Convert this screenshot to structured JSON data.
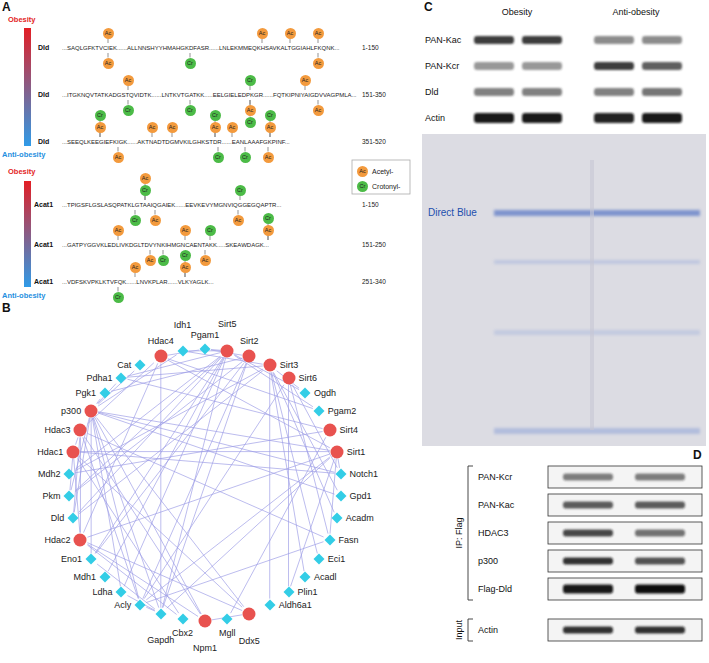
{
  "diagram": {
    "nodes": [
      {
        "text": [
          "Ac"
        ]
      },
      {
        "text": [
          "Ac"
        ]
      },
      {
        "text": [
          "Cr"
        ]
      },
      {
        "text": [
          "Ac"
        ]
      },
      {
        "text": [
          "Ac"
        ]
      },
      {
        "text": [
          "Ac"
        ]
      },
      {
        "text": [
          "Ac"
        ]
      },
      {
        "text": [
          "Ac"
        ]
      },
      {
        "text": [
          "Cr"
        ]
      },
      {
        "text": [
          "Cr"
        ]
      },
      {
        "text": [
          "Cr"
        ]
      },
      {
        "text": [
          "Ac"
        ]
      },
      {
        "text": [
          "Cr"
        ]
      },
      {
        "text": [
          "Ac"
        ]
      },
      {
        "text": [
          "Ac"
        ]
      },
      {
        "text": [
          "Cr"
        ]
      },
      {
        "text": [
          "Ac"
        ]
      },
      {
        "text": [
          "Ac"
        ]
      },
      {
        "text": [
          "Ac"
        ]
      },
      {
        "text": [
          "Cr"
        ]
      },
      {
        "text": [
          "Ac"
        ]
      },
      {
        "text": [
          "Ac"
        ]
      },
      {
        "text": [
          "Cr"
        ]
      },
      {
        "text": [
          "Ac"
        ]
      },
      {
        "text": [
          "Ac"
        ]
      },
      {
        "text": [
          "Cr"
        ]
      },
      {
        "text": [
          "Cr"
        ]
      },
      {
        "text": [
          "Ac"
        ]
      },
      {
        "text": [
          "Ac"
        ]
      },
      {
        "text": [
          "Cr"
        ]
      },
      {
        "text": [
          "Cr"
        ]
      },
      {
        "text": [
          "Ac"
        ]
      },
      {
        "text": [
          "Cr"
        ]
      },
      {
        "text": [
          "Ac"
        ]
      },
      {
        "text": [
          "Ac"
        ]
      },
      {
        "text": [
          "Ac"
        ]
      },
      {
        "text": [
          "Cr"
        ]
      },
      {
        "text": [
          "Ac"
        ]
      },
      {
        "text": [
          "Cr"
        ]
      },
      {
        "text": [
          "Ac"
        ]
      },
      {
        "text": [
          "Cr"
        ]
      },
      {
        "text": [
          "Ac"
        ]
      },
      {
        "text": [
          "Ac"
        ]
      },
      {
        "text": [
          "Cr"
        ]
      },
      {
        "text": [
          "Ac"
        ]
      },
      {
        "text": [
          "Cr"
        ]
      },
      {
        "text": [
          "Pgam1"
        ]
      },
      {
        "text": [
          "Sirt5"
        ]
      },
      {
        "text": [
          "Sirt2"
        ]
      },
      {
        "text": [
          "Sirt3"
        ]
      },
      {
        "text": [
          "Sirt6"
        ]
      },
      {
        "text": [
          "Ogdh"
        ]
      },
      {
        "text": [
          "Pgam2"
        ]
      },
      {
        "text": [
          "Sirt4"
        ]
      },
      {
        "text": [
          "Sirt1"
        ]
      },
      {
        "text": [
          "Notch1"
        ]
      },
      {
        "text": [
          "Gpd1"
        ]
      },
      {
        "text": [
          "Acadm"
        ]
      },
      {
        "text": [
          "Fasn"
        ]
      },
      {
        "text": [
          "Eci1"
        ]
      },
      {
        "text": [
          "Acadl"
        ]
      },
      {
        "text": [
          "Plin1"
        ]
      },
      {
        "text": [
          "Aldh6a1"
        ]
      },
      {
        "text": [
          "Ddx5"
        ]
      },
      {
        "text": [
          "Mgll"
        ]
      },
      {
        "text": [
          "Npm1"
        ]
      },
      {
        "text": [
          "Cbx2"
        ]
      },
      {
        "text": [
          "Gapdh"
        ]
      },
      {
        "text": [
          "Acly"
        ]
      },
      {
        "text": [
          "Ldha"
        ]
      },
      {
        "text": [
          "Mdh1"
        ]
      },
      {
        "text": [
          "Eno1"
        ]
      },
      {
        "text": [
          "Hdac2"
        ]
      },
      {
        "text": [
          "Dld"
        ]
      },
      {
        "text": [
          "Pkm"
        ]
      },
      {
        "text": [
          "Mdh2"
        ]
      },
      {
        "text": [
          "Hdac1"
        ]
      },
      {
        "text": [
          "Hdac3"
        ]
      },
      {
        "text": [
          "p300"
        ]
      },
      {
        "text": [
          "Pgk1"
        ]
      },
      {
        "text": [
          "Pdha1"
        ]
      },
      {
        "text": [
          "Cat"
        ]
      },
      {
        "text": [
          "Hdac4"
        ]
      },
      {
        "text": [
          "Idh1"
        ]
      }
    ],
    "edges": [
      {
        "from": 47,
        "to": 46,
        "arrow": "none"
      },
      {
        "from": 47,
        "to": 51,
        "arrow": "none"
      },
      {
        "from": 47,
        "to": 52,
        "arrow": "none"
      },
      {
        "from": 47,
        "to": 67,
        "arrow": "none"
      },
      {
        "from": 47,
        "to": 69,
        "arrow": "none"
      },
      {
        "from": 47,
        "to": 71,
        "arrow": "none"
      },
      {
        "from": 47,
        "to": 73,
        "arrow": "none"
      },
      {
        "from": 47,
        "to": 74,
        "arrow": "none"
      },
      {
        "from": 47,
        "to": 75,
        "arrow": "none"
      },
      {
        "from": 47,
        "to": 80,
        "arrow": "none"
      },
      {
        "from": 47,
        "to": 83,
        "arrow": "none"
      },
      {
        "from": 47,
        "to": 70,
        "arrow": "none"
      },
      {
        "from": 48,
        "to": 46,
        "arrow": "none"
      },
      {
        "from": 48,
        "to": 67,
        "arrow": "none"
      },
      {
        "from": 48,
        "to": 71,
        "arrow": "none"
      },
      {
        "from": 48,
        "to": 68,
        "arrow": "none"
      },
      {
        "from": 48,
        "to": 74,
        "arrow": "none"
      },
      {
        "from": 48,
        "to": 79,
        "arrow": "none"
      },
      {
        "from": 49,
        "to": 51,
        "arrow": "none"
      },
      {
        "from": 49,
        "to": 57,
        "arrow": "none"
      },
      {
        "from": 49,
        "to": 60,
        "arrow": "none"
      },
      {
        "from": 49,
        "to": 73,
        "arrow": "none"
      },
      {
        "from": 49,
        "to": 75,
        "arrow": "none"
      },
      {
        "from": 49,
        "to": 80,
        "arrow": "none"
      },
      {
        "from": 49,
        "to": 83,
        "arrow": "none"
      },
      {
        "from": 49,
        "to": 62,
        "arrow": "none"
      },
      {
        "from": 49,
        "to": 59,
        "arrow": "none"
      },
      {
        "from": 49,
        "to": 56,
        "arrow": "none"
      },
      {
        "from": 50,
        "to": 58,
        "arrow": "none"
      },
      {
        "from": 50,
        "to": 68,
        "arrow": "none"
      },
      {
        "from": 50,
        "to": 55,
        "arrow": "none"
      },
      {
        "from": 50,
        "to": 61,
        "arrow": "none"
      },
      {
        "from": 53,
        "to": 75,
        "arrow": "none"
      },
      {
        "from": 53,
        "to": 80,
        "arrow": "none"
      },
      {
        "from": 53,
        "to": 64,
        "arrow": "none"
      },
      {
        "from": 54,
        "to": 55,
        "arrow": "none"
      },
      {
        "from": 54,
        "to": 58,
        "arrow": "none"
      },
      {
        "from": 54,
        "to": 61,
        "arrow": "none"
      },
      {
        "from": 54,
        "to": 68,
        "arrow": "none"
      },
      {
        "from": 54,
        "to": 72,
        "arrow": "none"
      },
      {
        "from": 54,
        "to": 76,
        "arrow": "none"
      },
      {
        "from": 54,
        "to": 78,
        "arrow": "none"
      },
      {
        "from": 54,
        "to": 82,
        "arrow": "none"
      },
      {
        "from": 54,
        "to": 67,
        "arrow": "none"
      },
      {
        "from": 78,
        "to": 67,
        "arrow": "none"
      },
      {
        "from": 78,
        "to": 71,
        "arrow": "none"
      },
      {
        "from": 78,
        "to": 74,
        "arrow": "none"
      },
      {
        "from": 78,
        "to": 68,
        "arrow": "none"
      },
      {
        "from": 78,
        "to": 69,
        "arrow": "none"
      },
      {
        "from": 78,
        "to": 81,
        "arrow": "none"
      },
      {
        "from": 78,
        "to": 55,
        "arrow": "none"
      },
      {
        "from": 78,
        "to": 73,
        "arrow": "none"
      },
      {
        "from": 78,
        "to": 79,
        "arrow": "none"
      },
      {
        "from": 78,
        "to": 83,
        "arrow": "none"
      },
      {
        "from": 78,
        "to": 80,
        "arrow": "none"
      },
      {
        "from": 78,
        "to": 56,
        "arrow": "none"
      },
      {
        "from": 76,
        "to": 55,
        "arrow": "none"
      },
      {
        "from": 76,
        "to": 66,
        "arrow": "none"
      },
      {
        "from": 76,
        "to": 72,
        "arrow": "none"
      },
      {
        "from": 76,
        "to": 77,
        "arrow": "none"
      },
      {
        "from": 76,
        "to": 63,
        "arrow": "none"
      },
      {
        "from": 76,
        "to": 74,
        "arrow": "none"
      },
      {
        "from": 72,
        "to": 66,
        "arrow": "none"
      },
      {
        "from": 72,
        "to": 77,
        "arrow": "none"
      },
      {
        "from": 72,
        "to": 82,
        "arrow": "none"
      },
      {
        "from": 72,
        "to": 63,
        "arrow": "none"
      },
      {
        "from": 72,
        "to": 65,
        "arrow": "none"
      },
      {
        "from": 77,
        "to": 58,
        "arrow": "none"
      },
      {
        "from": 77,
        "to": 68,
        "arrow": "none"
      },
      {
        "from": 77,
        "to": 82,
        "arrow": "none"
      },
      {
        "from": 77,
        "to": 73,
        "arrow": "none"
      },
      {
        "from": 77,
        "to": 65,
        "arrow": "none"
      },
      {
        "from": 82,
        "to": 67,
        "arrow": "none"
      },
      {
        "from": 82,
        "to": 46,
        "arrow": "none"
      },
      {
        "from": 82,
        "to": 52,
        "arrow": "none"
      },
      {
        "from": 65,
        "to": 78,
        "arrow": "none"
      },
      {
        "from": 65,
        "to": 63,
        "arrow": "none"
      },
      {
        "from": 63,
        "to": 78,
        "arrow": "none"
      },
      {
        "from": 68,
        "to": 67,
        "arrow": "none"
      },
      {
        "from": 68,
        "to": 58,
        "arrow": "none"
      },
      {
        "from": 67,
        "to": 71,
        "arrow": "none"
      },
      {
        "from": 67,
        "to": 69,
        "arrow": "none"
      }
    ],
    "labels": [
      "A",
      "Obesity",
      "Anti-obesity",
      "Dld",
      "...SAQLGFKTVCIEK......ALLNNSHYYHMAHGKDFASR......LNLEKMMEQKHSAVKALTGGIAHLFKQNK...",
      "1-150",
      "Dld",
      "...ITGKNQVTATKADGSTQVIDTK......LNTKVTGATKK.....EELGIELEDPKGR......FQTKIPNIYAIGDVVAGPMLA...",
      "151-350",
      "Dld",
      "...SEEQLKEEGIEFKIGK......AKTNADTDGMVKILGHKSTDR......EANLAAAFGKPINF...",
      "351-520",
      "Obesity",
      "Anti-obesity",
      "Acat1",
      "...TPIGSFLGSLASQPATKLGTAAIQGAIEK......EEVKEVYMGNVIQGGEGQAPTR...",
      "1-150",
      "Acat1",
      "...GATPYGGVKLEDLIVKDGLTDVYNKIHMGNCAENTAKK.....SKEAWDAGK...",
      "151-250",
      "Acat1",
      "...VDFSKVPKLKTVFQK......LNVKPLAR......VLKYAGLK...",
      "251-340",
      "Ac",
      "Cr",
      "B",
      "C",
      "Obesity",
      "Anti-obesity",
      "PAN-Kac",
      "PAN-Kcr",
      "Dld",
      "Actin",
      "Direct Blue",
      "D",
      "IP: Flag",
      "Input",
      "PAN-Kcr",
      "PAN-Kac",
      "HDAC3",
      "p300",
      "Flag-Dld",
      "Actin"
    ],
    "legend": [
      {
        "text": "Acetyl-",
        "color": "#f39a3d"
      },
      {
        "text": "Crotonyl-",
        "color": "#4cbb47"
      }
    ]
  }
}
